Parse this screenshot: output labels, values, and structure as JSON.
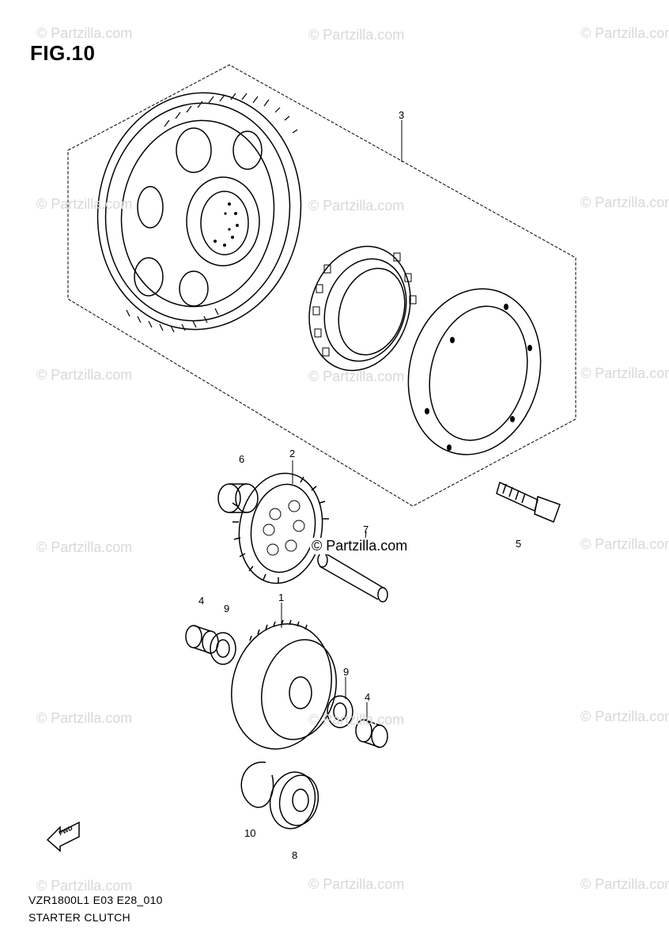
{
  "figure": {
    "title": "FIG.10"
  },
  "watermark": {
    "text": "© Partzilla.com"
  },
  "callouts": {
    "c1": "1",
    "c2": "2",
    "c3": "3",
    "c4a": "4",
    "c4b": "4",
    "c5": "5",
    "c6": "6",
    "c7": "7",
    "c8": "8",
    "c9a": "9",
    "c9b": "9",
    "c10": "10"
  },
  "center_watermark": "© Partzilla.com",
  "fwd_icon": {
    "label": "FWD"
  },
  "footer": {
    "model_code": "VZR1800L1 E03 E28_010",
    "section_name": "STARTER CLUTCH"
  }
}
